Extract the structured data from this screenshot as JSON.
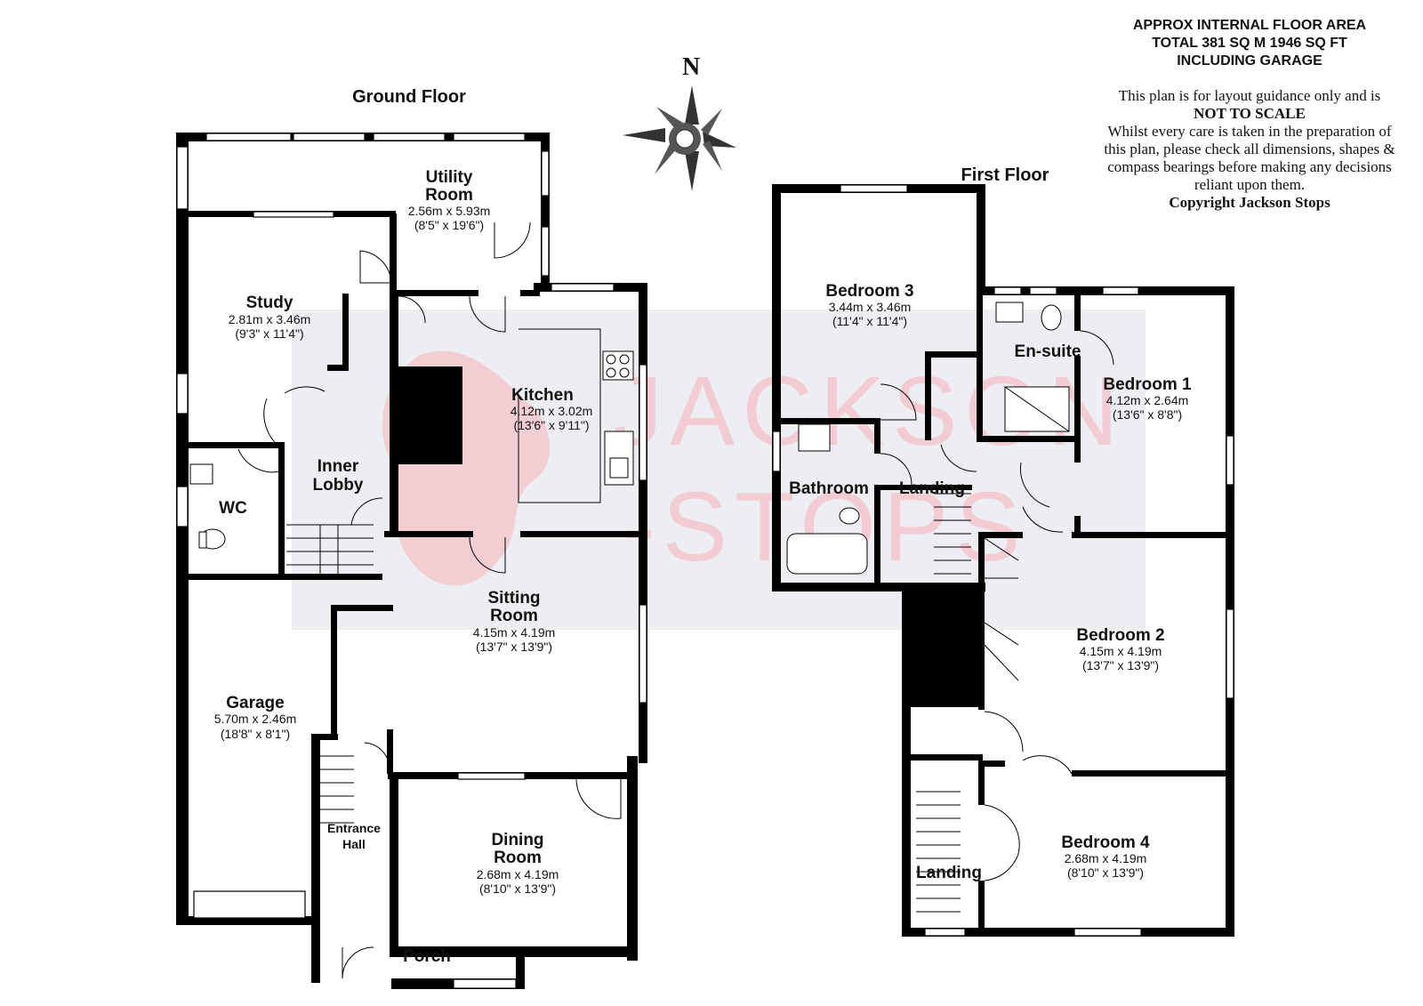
{
  "header": {
    "area_line1": "APPROX INTERNAL FLOOR AREA",
    "area_line2": "TOTAL 381 SQ M 1946 SQ FT",
    "area_line3": "INCLUDING GARAGE",
    "disclaimer_1": "This plan is for layout guidance only and is",
    "disclaimer_2": "NOT TO SCALE",
    "disclaimer_3": "Whilst every care is taken in the preparation of",
    "disclaimer_4": "this plan, please check all dimensions, shapes &",
    "disclaimer_5": "compass bearings before making any decisions",
    "disclaimer_6": "reliant upon them.",
    "copyright": "Copyright Jackson Stops"
  },
  "compass": {
    "label": "N"
  },
  "watermark": {
    "line1": "JACKSON",
    "line2": "-STOPS",
    "color": "#f7b7bd",
    "band_color": "#e6e8ee"
  },
  "ground_floor": {
    "title": "Ground Floor",
    "rooms": {
      "utility": {
        "name_1": "Utility",
        "name_2": "Room",
        "metric": "2.56m x 5.93m",
        "imperial": "(8'5\" x 19'6\")"
      },
      "study": {
        "name": "Study",
        "metric": "2.81m x 3.46m",
        "imperial": "(9'3\" x 11'4\")"
      },
      "kitchen": {
        "name": "Kitchen",
        "metric": "4.12m x 3.02m",
        "imperial": "(13'6\" x 9'11\")"
      },
      "inner_lobby": {
        "name_1": "Inner",
        "name_2": "Lobby"
      },
      "wc": {
        "name": "WC"
      },
      "sitting": {
        "name_1": "Sitting",
        "name_2": "Room",
        "metric": "4.15m x 4.19m",
        "imperial": "(13'7\" x 13'9\")"
      },
      "garage": {
        "name": "Garage",
        "metric": "5.70m x 2.46m",
        "imperial": "(18'8\" x 8'1\")"
      },
      "entrance": {
        "name_1": "Entrance",
        "name_2": "Hall"
      },
      "dining": {
        "name_1": "Dining",
        "name_2": "Room",
        "metric": "2.68m x 4.19m",
        "imperial": "(8'10\" x 13'9\")"
      },
      "porch": {
        "name": "Porch"
      }
    }
  },
  "first_floor": {
    "title": "First Floor",
    "rooms": {
      "bedroom3": {
        "name": "Bedroom 3",
        "metric": "3.44m x 3.46m",
        "imperial": "(11'4\" x 11'4\")"
      },
      "ensuite": {
        "name": "En-suite"
      },
      "bedroom1": {
        "name": "Bedroom 1",
        "metric": "4.12m x 2.64m",
        "imperial": "(13'6\" x 8'8\")"
      },
      "bathroom": {
        "name": "Bathroom"
      },
      "landing": {
        "name": "Landing"
      },
      "bedroom2": {
        "name": "Bedroom 2",
        "metric": "4.15m x 4.19m",
        "imperial": "(13'7\" x 13'9\")"
      },
      "bedroom4": {
        "name": "Bedroom 4",
        "metric": "2.68m x 4.19m",
        "imperial": "(8'10\" x 13'9\")"
      },
      "landing2": {
        "name": "Landing"
      }
    }
  }
}
